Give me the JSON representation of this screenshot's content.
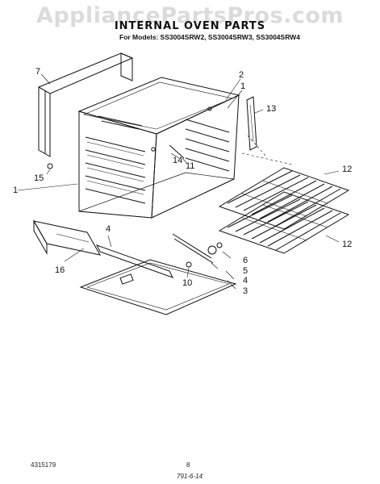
{
  "watermark": "AppliancePartsPros.com",
  "title": "INTERNAL OVEN PARTS",
  "models_line": "For Models: SS3004SRW2, SS3004SRW3, SS3004SRW4",
  "callouts": {
    "c1_top": "1",
    "c2": "2",
    "c3": "3",
    "c4_right": "4",
    "c4_mid": "4",
    "c5": "5",
    "c6": "6",
    "c7": "7",
    "c10": "10",
    "c11": "11",
    "c12_top": "12",
    "c12_bottom": "12",
    "c13": "13",
    "c14": "14",
    "c15": "15",
    "c1_left": "1",
    "c16": "16"
  },
  "footer": {
    "part_number": "4315179",
    "page_number": "8",
    "handwritten_note": "791-6-14"
  }
}
